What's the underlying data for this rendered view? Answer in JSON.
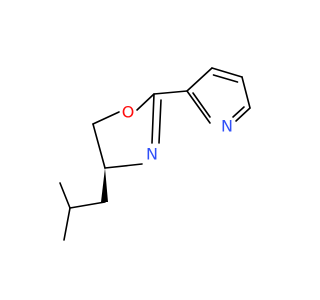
{
  "molecule": {
    "atoms": {
      "oxygen": {
        "label": "O"
      },
      "ring_nitrogen": {
        "label": "N"
      },
      "pyridine_nitrogen": {
        "label": "N"
      }
    },
    "colors": {
      "oxygen": "#ff0d0d",
      "nitrogen": "#3050f8",
      "bond": "#000000",
      "background": "#ffffff"
    },
    "stereocenter": "wedge"
  }
}
